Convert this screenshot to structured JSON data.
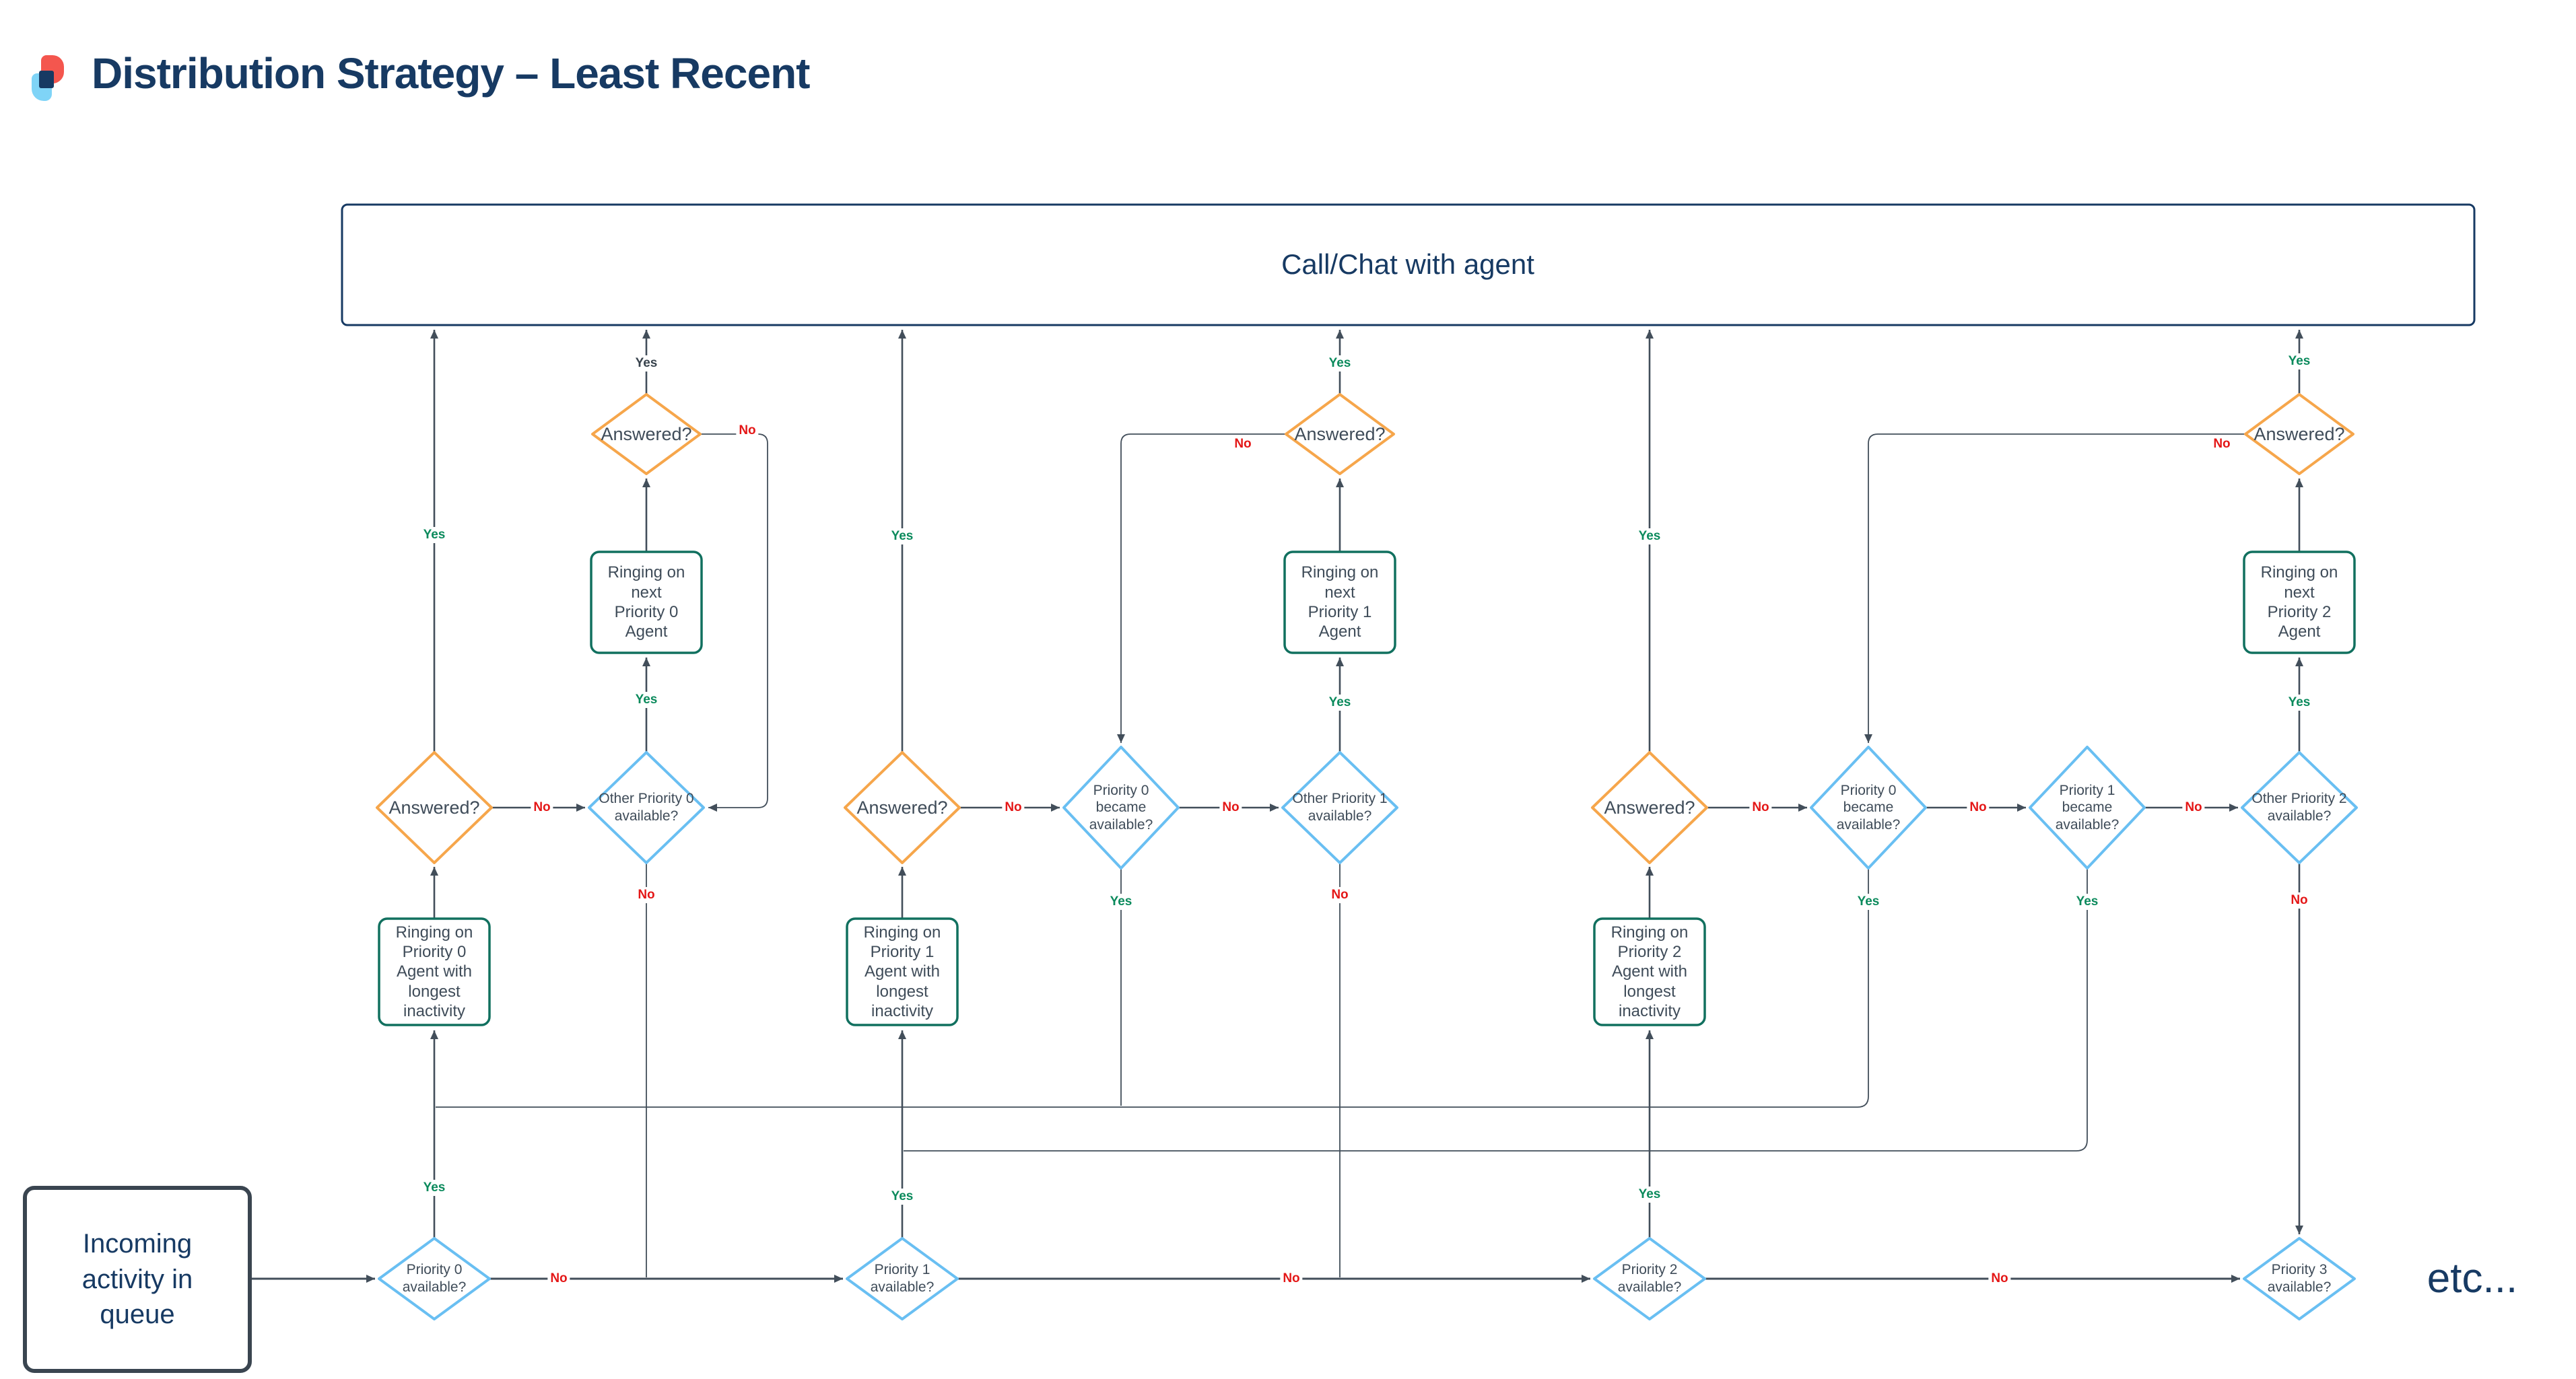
{
  "title": "Distribution Strategy – Least Recent",
  "edge_labels": {
    "yes": "Yes",
    "no": "No"
  },
  "nodes": {
    "call_chat": "Call/Chat with agent",
    "incoming": "Incoming activity in queue",
    "answered": "Answered?",
    "p0_available": "Priority 0 available?",
    "p1_available": "Priority 1 available?",
    "p2_available": "Priority 2 available?",
    "p3_available": "Priority 3 available?",
    "other_p0": "Other Priority 0 available?",
    "other_p1": "Other Priority 1 available?",
    "other_p2": "Other Priority 2 available?",
    "p0_became": "Priority 0 became available?",
    "p1_became": "Priority 1 became available?",
    "ring_p0_longest": "Ringing on Priority 0 Agent with longest inactivity",
    "ring_p1_longest": "Ringing on Priority 1 Agent with longest inactivity",
    "ring_p2_longest": "Ringing on Priority 2 Agent with longest inactivity",
    "ring_next_p0": "Ringing on next Priority 0 Agent",
    "ring_next_p1": "Ringing on next Priority 1 Agent",
    "ring_next_p2": "Ringing on next Priority 2 Agent",
    "etc": "etc..."
  },
  "colors": {
    "navy": "#173A63",
    "orange": "#F6A64B",
    "light_blue": "#69BFF2",
    "teal": "#11705F",
    "yes_green": "#0B8A5C",
    "no_red": "#E41717",
    "line": "#424E5A"
  }
}
